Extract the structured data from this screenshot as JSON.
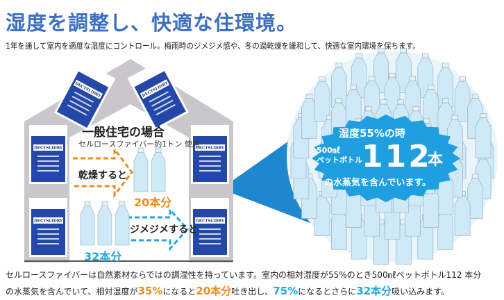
{
  "header": {
    "title": "湿度を調整し、快適な住環境。",
    "subtitle": "1年を通して室内を適度な湿度にコントロール。梅雨時のジメジメ感や、冬の過乾燥を緩和して、快適な室内環境を保ちます。"
  },
  "house": {
    "title": "一般住宅の場合",
    "subtitle": "セルロースファイバー約1トン 使用",
    "dry_label": "乾燥すると",
    "dry_count": "20本分",
    "wet_label": "ジメジメすると",
    "wet_count": "32本分",
    "bag_brand": "DECTSLIDRY"
  },
  "circle": {
    "line1": "湿度55%の時",
    "bottle_size": "500㎖",
    "bottle_type": "ペットボトル",
    "count": "112",
    "unit": "本",
    "line3": "の水蒸気を含んでいます。"
  },
  "body": {
    "p1": "セルロースファイバーは自然素材ならではの調湿性を持っています。室内の相対湿度が55%のとき500㎖ペットボトル112 本分",
    "p2a": "の水蒸気を含んでいて、相対湿度が",
    "p2b": "35%",
    "p2c": "になると",
    "p2d": "20本分",
    "p2e": "吐き出し、",
    "p2f": "75%",
    "p2g": "になるとさらに",
    "p2h": "32本分",
    "p2i": "吸い込みます。"
  },
  "colors": {
    "title": "#3d6fc2",
    "orange": "#f08a1c",
    "cyan": "#1ea7e0",
    "bag": "#2448a8",
    "house": "#c9c6cc"
  }
}
